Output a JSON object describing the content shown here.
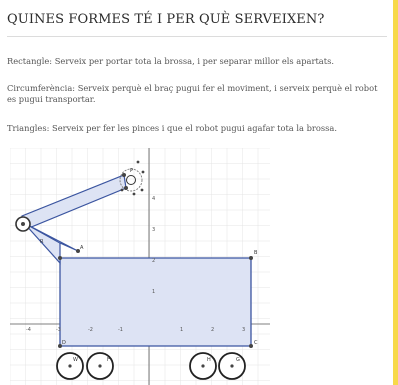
{
  "page": {
    "title": "QUINES FORMES TÉ I PER QUÈ SERVEIXEN?",
    "paragraphs": {
      "rectangle": "Rectangle: Serveix per portar tota la brossa, i per separar millor els apartats.",
      "circumference": "Circumferència: Serveix perquè el braç pugui fer el moviment, i serveix perquè el robot es pugui transportar.",
      "triangles": "Triangles: Serveix per fer les pinces i que el robot pugui agafar tota la brossa."
    }
  },
  "figure": {
    "point_labels": {
      "A": "A",
      "B": "B",
      "C": "C",
      "D": "D",
      "F": "F",
      "G": "G",
      "H": "H",
      "R": "R",
      "P": "P",
      "W": "W"
    },
    "x_ticks": [
      "-4",
      "-3",
      "-2",
      "-1",
      "1",
      "2",
      "3"
    ],
    "y_ticks": [
      "4",
      "3",
      "2",
      "1"
    ],
    "colors": {
      "fill": "#dde3f4",
      "stroke": "#3b55a0",
      "point": "#444444",
      "grid": "#e4e4e4",
      "axis": "#555555"
    }
  }
}
